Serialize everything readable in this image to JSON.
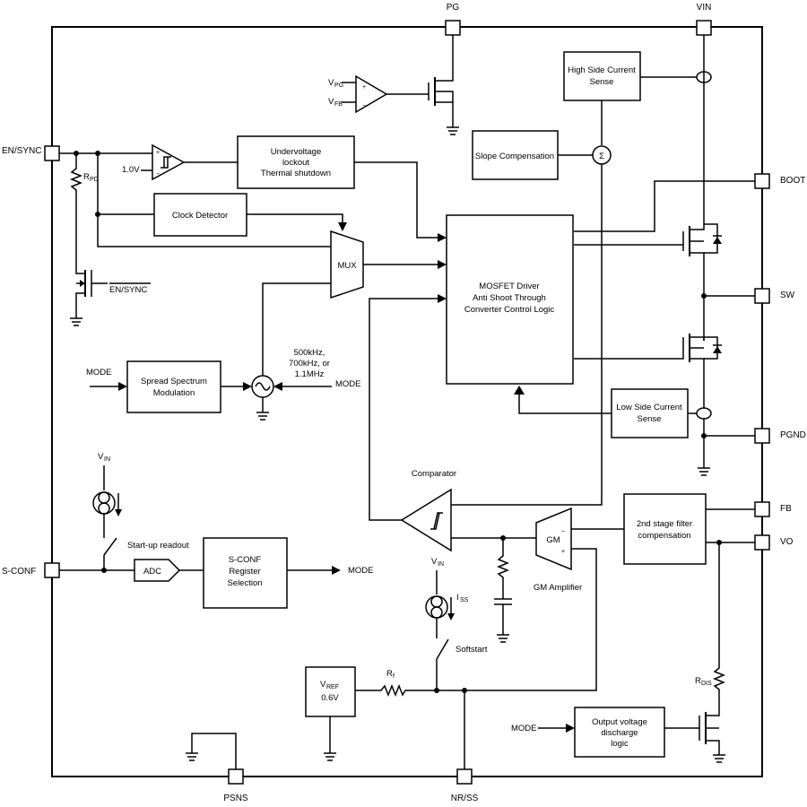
{
  "pins": {
    "pg": "PG",
    "vin": "VIN",
    "en_sync": "EN/SYNC",
    "boot": "BOOT",
    "sw": "SW",
    "pgnd": "PGND",
    "fb": "FB",
    "vo": "VO",
    "s_conf": "S-CONF",
    "psns": "PSNS",
    "nr_ss": "NR/SS"
  },
  "blocks": {
    "high_side_sense": [
      "High Side Current",
      "Sense"
    ],
    "slope_comp": "Slope Compensation",
    "sum_symbol": "Σ",
    "uvlo": [
      "Undervoltage",
      "lockout",
      "Thermal shutdown"
    ],
    "clock_detector": "Clock Detector",
    "mux": "MUX",
    "driver": [
      "MOSFET Driver",
      "Anti Shoot Through",
      "Converter Control Logic"
    ],
    "spread_spectrum": [
      "Spread Spectrum",
      "Modulation"
    ],
    "low_side_sense": [
      "Low Side Current",
      "Sense"
    ],
    "adc": "ADC",
    "sconf_reg": [
      "S-CONF",
      "Register",
      "Selection"
    ],
    "filter2": [
      "2nd stage filter",
      "compensation"
    ],
    "gm": "GM",
    "vref": "0.6V",
    "discharge": [
      "Output voltage",
      "discharge",
      "logic"
    ]
  },
  "labels": {
    "v_en_threshold": "1.0V",
    "v_pg": "V",
    "v_pg_sub": "PG",
    "v_fb": "V",
    "v_fb_sub": "FB",
    "r_pd": "R",
    "r_pd_sub": "PD",
    "en_sync_bar": "EN/SYNC",
    "freq": [
      "500kHz,",
      "700kHz, or",
      "1.1MHz"
    ],
    "mode": "MODE",
    "comparator": "Comparator",
    "gm_amplifier": "GM Amplifier",
    "startup_readout": "Start-up readout",
    "softstart": "Softstart",
    "v_in": "V",
    "v_in_sub": "IN",
    "i_ss": "I",
    "i_ss_sub": "SS",
    "r_f": "R",
    "r_f_sub": "f",
    "v_ref": "V",
    "v_ref_sub": "REF",
    "r_dis": "R",
    "r_dis_sub": "DIS",
    "minus": "−",
    "plus": "+"
  }
}
